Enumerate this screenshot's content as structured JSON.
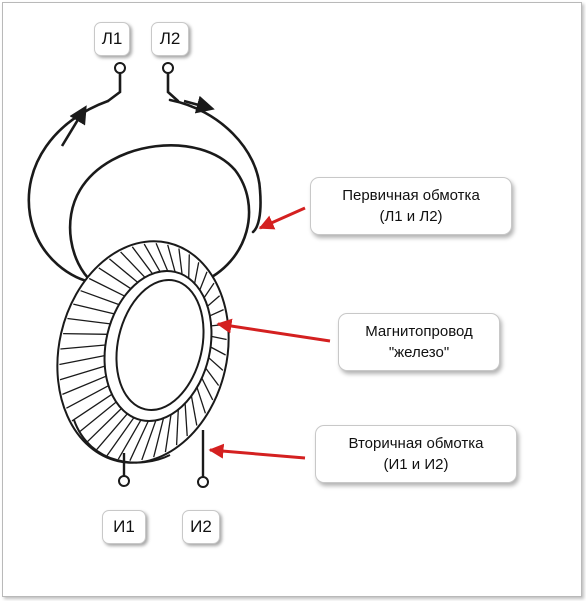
{
  "terminals": {
    "l1": "Л1",
    "l2": "Л2",
    "i1": "И1",
    "i2": "И2"
  },
  "callouts": {
    "primary": {
      "line1": "Первичная обмотка",
      "line2": "(Л1 и Л2)"
    },
    "core": {
      "line1": "Магнитопровод",
      "line2": "\"железо\""
    },
    "secondary": {
      "line1": "Вторичная обмотка",
      "line2": "(И1 и И2)"
    }
  },
  "colors": {
    "line": "#1a1a1a",
    "arrow": "#d42020",
    "box_border": "#c8c8c8"
  }
}
